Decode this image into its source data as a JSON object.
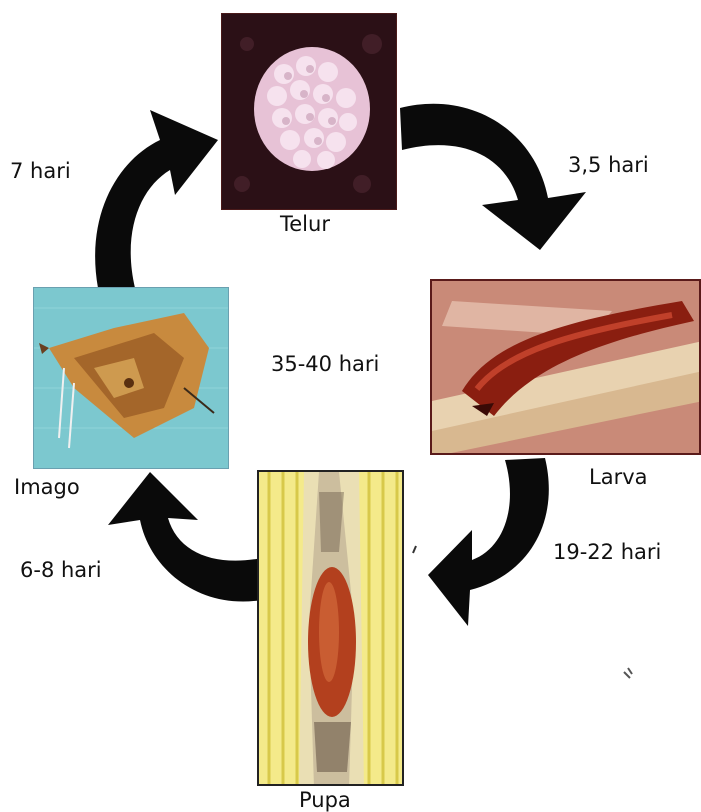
{
  "stages": {
    "telur": "Telur",
    "larva": "Larva",
    "pupa": "Pupa",
    "imago": "Imago"
  },
  "durations": {
    "telur_to_larva": "3,5 hari",
    "larva_to_pupa": "19-22 hari",
    "pupa_to_imago": "6-8 hari",
    "imago_to_telur": "7 hari",
    "total_cycle": "35-40 hari"
  },
  "colors": {
    "arrow": "#0a0a0a",
    "photo_border": "#5a1a1a"
  },
  "icons": {
    "telur_photo": "egg-cluster-photo",
    "larva_photo": "larva-photo",
    "pupa_photo": "pupa-photo",
    "imago_photo": "moth-photo"
  }
}
